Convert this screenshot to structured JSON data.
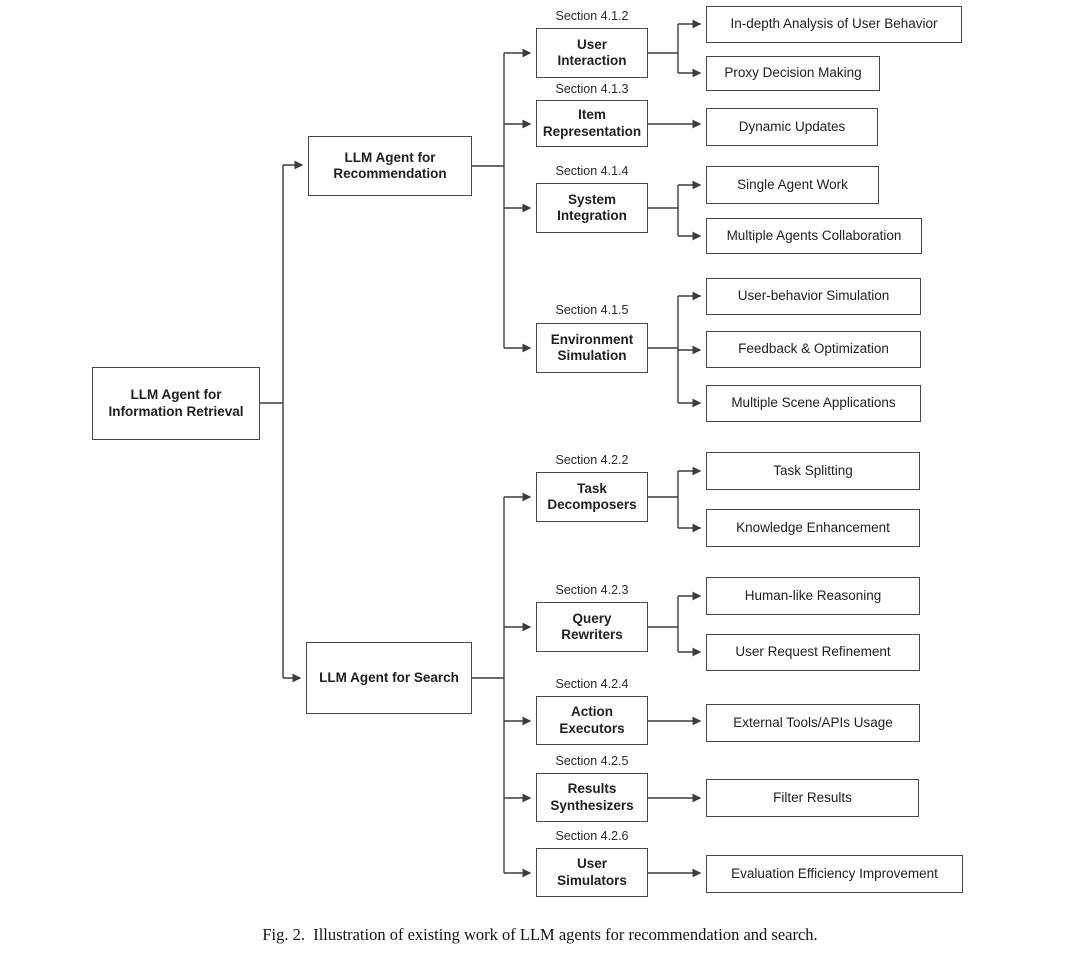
{
  "root": {
    "label": "LLM Agent for Information Retrieval"
  },
  "branches": [
    {
      "label": "LLM Agent for Recommendation",
      "children": [
        {
          "section": "Section 4.1.2",
          "label": "User Interaction",
          "leaves": [
            "In-depth Analysis of User Behavior",
            "Proxy Decision Making"
          ]
        },
        {
          "section": "Section 4.1.3",
          "label": "Item Representation",
          "leaves": [
            "Dynamic Updates"
          ]
        },
        {
          "section": "Section 4.1.4",
          "label": "System Integration",
          "leaves": [
            "Single Agent Work",
            "Multiple Agents Collaboration"
          ]
        },
        {
          "section": "Section 4.1.5",
          "label": "Environment Simulation",
          "leaves": [
            "User-behavior Simulation",
            "Feedback & Optimization",
            "Multiple Scene Applications"
          ]
        }
      ]
    },
    {
      "label": "LLM Agent for Search",
      "children": [
        {
          "section": "Section 4.2.2",
          "label": "Task Decomposers",
          "leaves": [
            "Task Splitting",
            "Knowledge Enhancement"
          ]
        },
        {
          "section": "Section 4.2.3",
          "label": "Query Rewriters",
          "leaves": [
            "Human-like Reasoning",
            "User Request Refinement"
          ]
        },
        {
          "section": "Section 4.2.4",
          "label": "Action Executors",
          "leaves": [
            "External Tools/APIs Usage"
          ]
        },
        {
          "section": "Section 4.2.5",
          "label": "Results Synthesizers",
          "leaves": [
            "Filter Results"
          ]
        },
        {
          "section": "Section 4.2.6",
          "label": "User Simulators",
          "leaves": [
            "Evaluation Efficiency Improvement"
          ]
        }
      ]
    }
  ],
  "caption": "Fig. 2.  Illustration of existing work of LLM agents for recommendation and search.",
  "colors": {
    "bg": "#ffffff",
    "border": "#474747",
    "line": "#3d3d3d",
    "text": "#1f1f1f"
  }
}
